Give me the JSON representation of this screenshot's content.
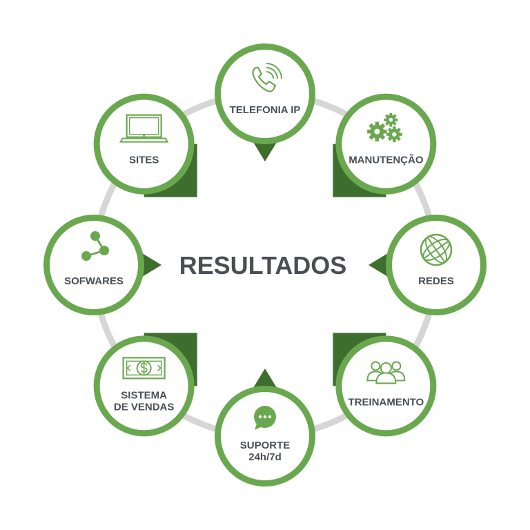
{
  "center": {
    "title": "RESULTADOS"
  },
  "colors": {
    "green": "#6aa84f",
    "dark_green": "#3e6e2e",
    "ring": "#d6d6d6",
    "text": "#4a4f56"
  },
  "nodes": [
    {
      "id": "telefonia-ip",
      "icon": "phone-icon",
      "lines": [
        "TELEFONIA IP"
      ]
    },
    {
      "id": "manutencao",
      "icon": "gears-icon",
      "lines": [
        "MANUTENÇÃO"
      ]
    },
    {
      "id": "redes",
      "icon": "globe-icon",
      "lines": [
        "REDES"
      ]
    },
    {
      "id": "treinamento",
      "icon": "people-icon",
      "lines": [
        "TREINAMENTO"
      ]
    },
    {
      "id": "suporte",
      "icon": "chat-bubble-icon",
      "lines": [
        "SUPORTE",
        "24h/7d"
      ]
    },
    {
      "id": "sistema-de-vendas",
      "icon": "money-bill-icon",
      "lines": [
        "SISTEMA",
        "DE VENDAS"
      ]
    },
    {
      "id": "sofwares",
      "icon": "share-nodes-icon",
      "lines": [
        "SOFWARES"
      ]
    },
    {
      "id": "sites",
      "icon": "laptop-icon",
      "lines": [
        "SITES"
      ]
    }
  ]
}
